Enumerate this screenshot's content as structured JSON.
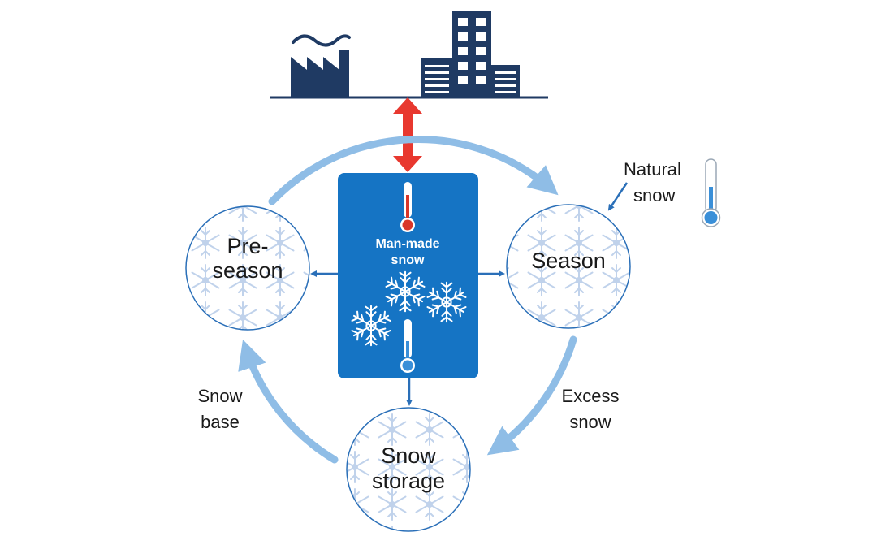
{
  "nodes": {
    "preseason": {
      "line1": "Pre-",
      "line2": "season"
    },
    "season": {
      "line1": "Season"
    },
    "storage": {
      "line1": "Snow",
      "line2": "storage"
    }
  },
  "center_box": {
    "line1": "Man-made",
    "line2": "snow"
  },
  "labels": {
    "natural_snow": {
      "line1": "Natural",
      "line2": "snow"
    },
    "excess_snow": {
      "line1": "Excess",
      "line2": "snow"
    },
    "snow_base": {
      "line1": "Snow",
      "line2": "base"
    }
  },
  "colors": {
    "industry": "#1f3a63",
    "arrow_light": "#8fbde6",
    "arrow_dark": "#2a6fb8",
    "box": "#1574c4",
    "exchange_arrow": "#e8382f",
    "thermo_hot": "#d9362a",
    "thermo_cold": "#3a8fd8"
  },
  "icons": [
    "factory-icon",
    "city-buildings-icon",
    "snowflake-icon",
    "thermometer-icon"
  ]
}
